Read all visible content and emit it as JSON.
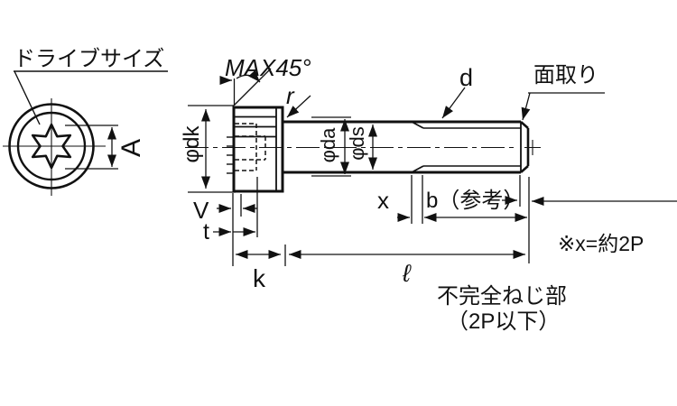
{
  "drawing": {
    "type": "hexalobular-socket-cap-screw",
    "views": [
      "head-front-view",
      "side-section-view"
    ]
  },
  "labels": {
    "drive_size": "ドライブサイズ",
    "dim_a": "A",
    "dim_phi_dk": "φdk",
    "max_chamfer_angle": "MAX45°",
    "fillet_r": "r",
    "thread_d": "d",
    "chamfer": "面取り",
    "dim_phi_da": "φda",
    "dim_phi_ds": "φds",
    "dim_x": "x",
    "dim_b_ref": "b（参考）",
    "dim_v": "V",
    "dim_t": "t",
    "dim_k": "k",
    "dim_length": "ℓ"
  },
  "notes": {
    "x_equals": "※x=約2P",
    "incomplete_thread_line1": "不完全ねじ部",
    "incomplete_thread_line2": "（2P以下）"
  },
  "colors": {
    "line": "#111111",
    "background": "#ffffff"
  }
}
